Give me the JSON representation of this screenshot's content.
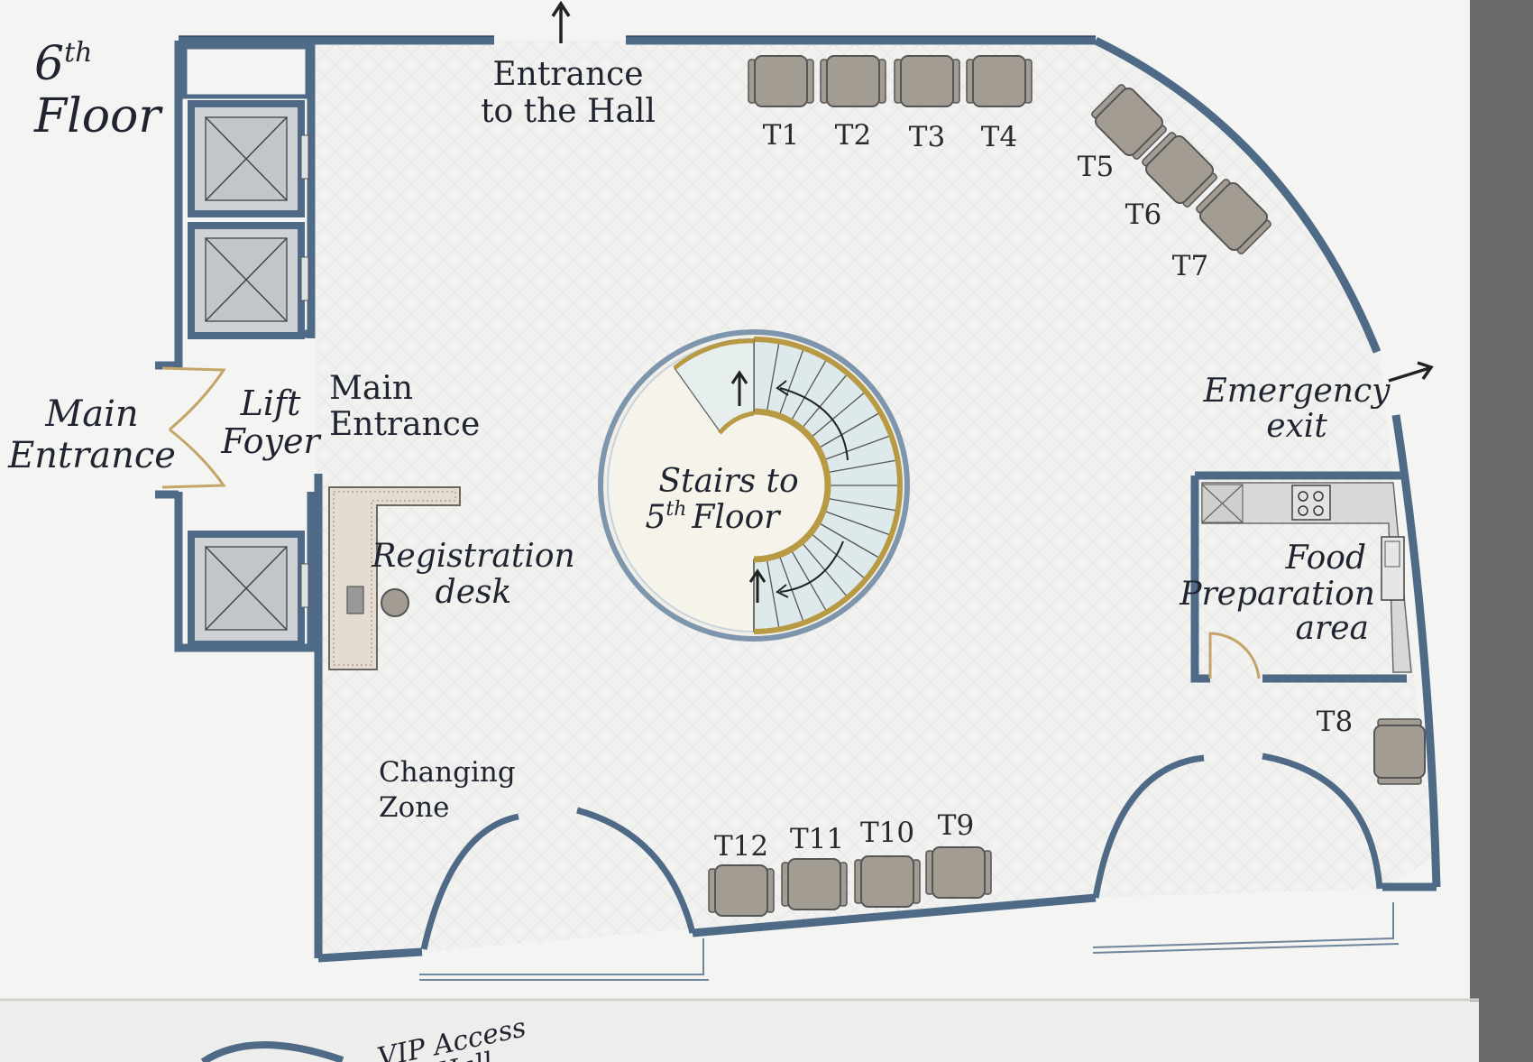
{
  "floor": {
    "number": "6",
    "suffix": "th",
    "word": "Floor"
  },
  "labels": {
    "entrance_hall_line1": "Entrance",
    "entrance_hall_line2": "to the Hall",
    "main_entrance_left_line1": "Main",
    "main_entrance_left_line2": "Entrance",
    "lift_foyer_line1": "Lift",
    "lift_foyer_line2": "Foyer",
    "main_entrance_right_line1": "Main",
    "main_entrance_right_line2": "Entrance",
    "registration_line1": "Registration",
    "registration_line2": "desk",
    "stairs_line1": "Stairs to",
    "stairs_num": "5",
    "stairs_sup": "th",
    "stairs_word": "Floor",
    "emergency_line1": "Emergency",
    "emergency_line2": "exit",
    "food_line1": "Food",
    "food_line2": "Preparation",
    "food_line3": "area",
    "changing_line1": "Changing",
    "changing_line2": "Zone",
    "vip_line1": "VIP Access",
    "vip_line2": "Hall"
  },
  "tables": [
    "T1",
    "T2",
    "T3",
    "T4",
    "T5",
    "T6",
    "T7",
    "T8",
    "T9",
    "T10",
    "T11",
    "T12"
  ],
  "colors": {
    "wall": "#4e6a86",
    "wall_edge": "#2c3e52",
    "floor": "#f1f2ef",
    "paper": "#f4f4f2",
    "chair": "#a39c92",
    "brass": "#b89a45",
    "stair": "#d9e6e8"
  }
}
